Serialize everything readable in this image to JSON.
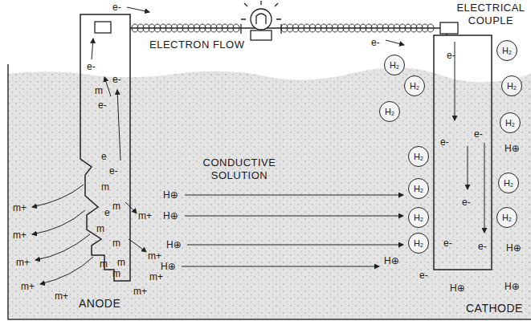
{
  "diagram": {
    "nodes": [
      {
        "text": [
          "ANODE"
        ]
      },
      {
        "text": [
          "CATHODE"
        ]
      }
    ],
    "edges": [
      {
        "from": 0,
        "to": 1,
        "arrow": "none"
      }
    ],
    "labels": [
      "ELECTRICAL COUPLE",
      "ELECTRON FLOW",
      "CONDUCTIVE SOLUTION",
      "e-",
      "e-",
      "e-",
      "e-",
      "e-",
      "e-",
      "e-",
      "e-",
      "e-",
      "e-",
      "e-",
      "e-",
      "e-",
      "e",
      "e",
      "m+",
      "m+",
      "m+",
      "m+",
      "m+",
      "m+",
      "m+",
      "m+",
      "m+",
      "m",
      "m",
      "m",
      "m",
      "m",
      "m",
      "m",
      "m",
      "H⊕",
      "H⊕",
      "H⊕",
      "H⊕",
      "H⊕",
      "H⊕",
      "H⊕",
      "H⊕",
      "H⊕",
      "H₂",
      "H₂",
      "H₂",
      "H₂",
      "H₂",
      "H₂",
      "H₂",
      "H₂",
      "H₂",
      "H₂",
      "H₂",
      "H₂"
    ]
  }
}
